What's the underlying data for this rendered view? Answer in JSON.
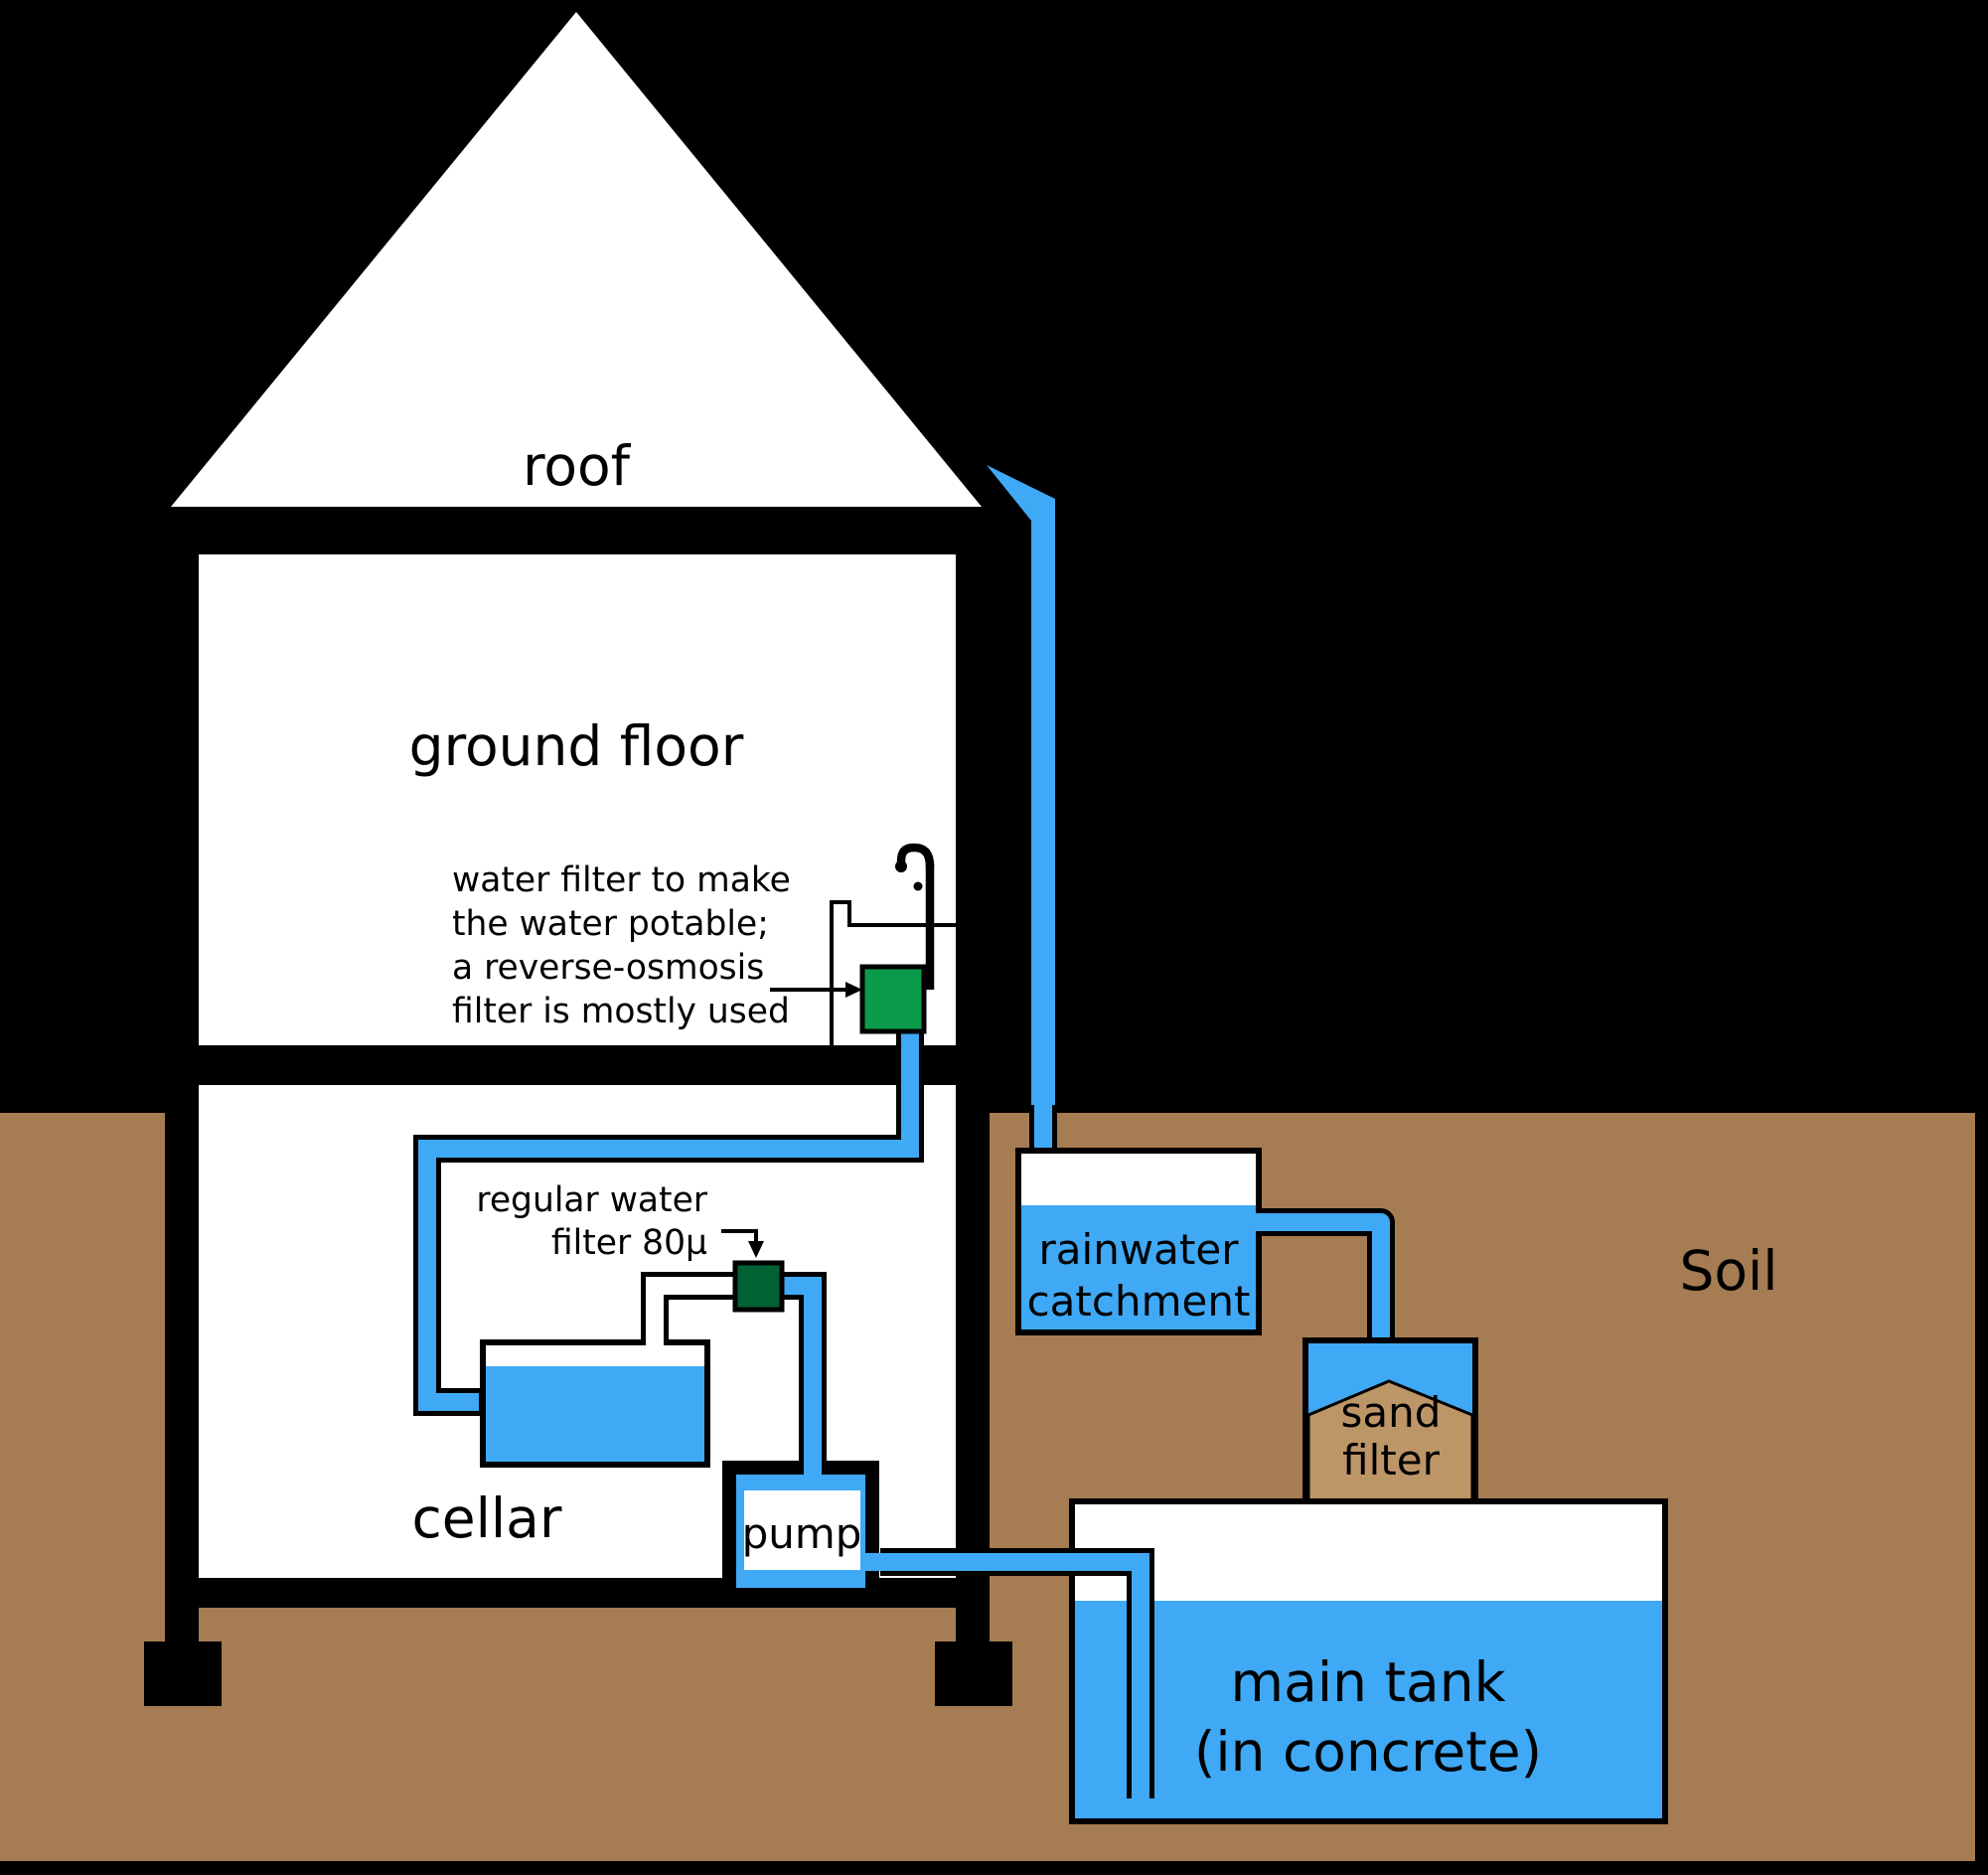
{
  "labels": {
    "roof": "roof",
    "ground_floor": "ground floor",
    "cellar": "cellar",
    "soil": "Soil",
    "pump": "pump",
    "rainwater_catchment": {
      "line1": "rainwater",
      "line2": "catchment"
    },
    "sand_filter": {
      "line1": "sand",
      "line2": "filter"
    },
    "main_tank": {
      "line1": "main tank",
      "line2": "(in concrete)"
    },
    "ro_filter_note": {
      "line1": "water filter to make",
      "line2": "the water potable;",
      "line3": "a reverse-osmosis",
      "line4": "filter is mostly used"
    },
    "regular_filter_note": {
      "line1": "regular water",
      "line2": "filter 80µ"
    }
  },
  "colors": {
    "background": "#000000",
    "water": "#3fa9f5",
    "soil": "#a67c52",
    "sand": "#bd9668",
    "ro_filter_green": "#0a9b4a",
    "fine_filter_green": "#006233",
    "house_wall": "#000000",
    "interior": "#ffffff"
  }
}
